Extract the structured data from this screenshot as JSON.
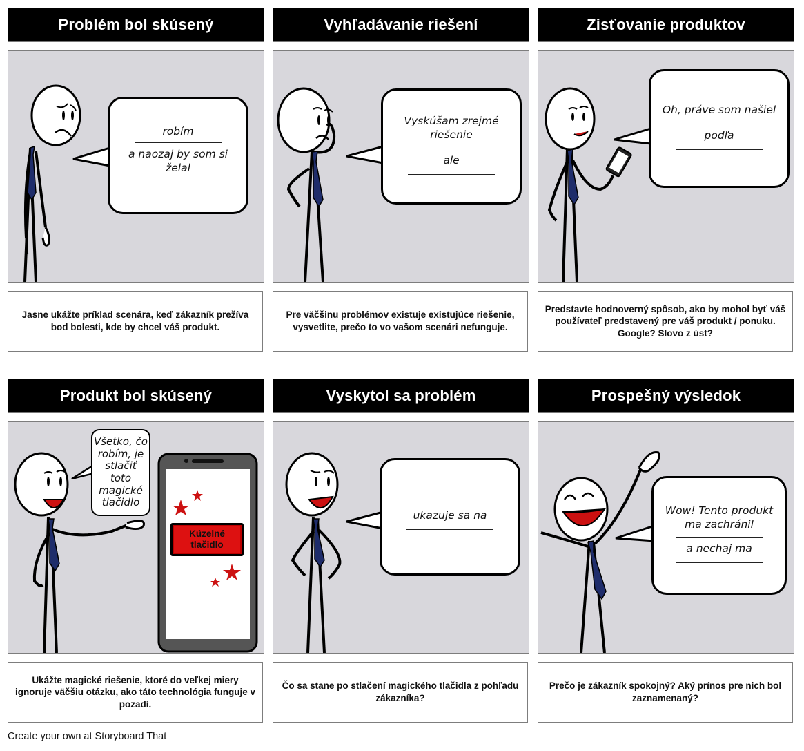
{
  "panels": [
    {
      "title": "Problém bol skúsený",
      "bubble": [
        "robím",
        "a naozaj by som si želal"
      ],
      "caption": "Jasne ukážte príklad scenára, keď zákazník prežíva bod bolesti, kde by chcel váš produkt."
    },
    {
      "title": "Vyhľadávanie riešení",
      "bubble": [
        "Vyskúšam zrejmé riešenie",
        "ale"
      ],
      "caption": "Pre väčšinu problémov existuje existujúce riešenie, vysvetlite, prečo to vo vašom scenári nefunguje."
    },
    {
      "title": "Zisťovanie produktov",
      "bubble": [
        "Oh, práve som našiel",
        "podľa"
      ],
      "caption": "Predstavte hodnoverný spôsob, ako by mohol byť váš používateľ predstavený pre váš produkt / ponuku. Google? Slovo z úst?"
    },
    {
      "title": "Produkt bol skúsený",
      "bubble": [
        "Všetko, čo robím, je stlačiť toto magické tlačidlo"
      ],
      "phone_button": "Kúzelné tlačidlo",
      "caption": "Ukážte magické riešenie, ktoré do veľkej miery ignoruje väčšiu otázku, ako táto technológia funguje v pozadí."
    },
    {
      "title": "Vyskytol sa problém",
      "bubble": [
        "ukazuje sa na"
      ],
      "caption": "Čo sa stane po stlačení magického tlačidla z pohľadu zákazníka?"
    },
    {
      "title": "Prospešný výsledok",
      "bubble": [
        "Wow! Tento produkt ma zachránil",
        "a nechaj ma"
      ],
      "caption": "Prečo je zákazník spokojný? Aký prínos pre nich bol zaznamenaný?"
    }
  ],
  "footer": "Create your own at Storyboard That",
  "colors": {
    "scene_bg": "#d8d7dc",
    "tie": "#1f2d6b",
    "title_bg": "#000000",
    "button": "#dd1111",
    "star": "#cc1111"
  }
}
